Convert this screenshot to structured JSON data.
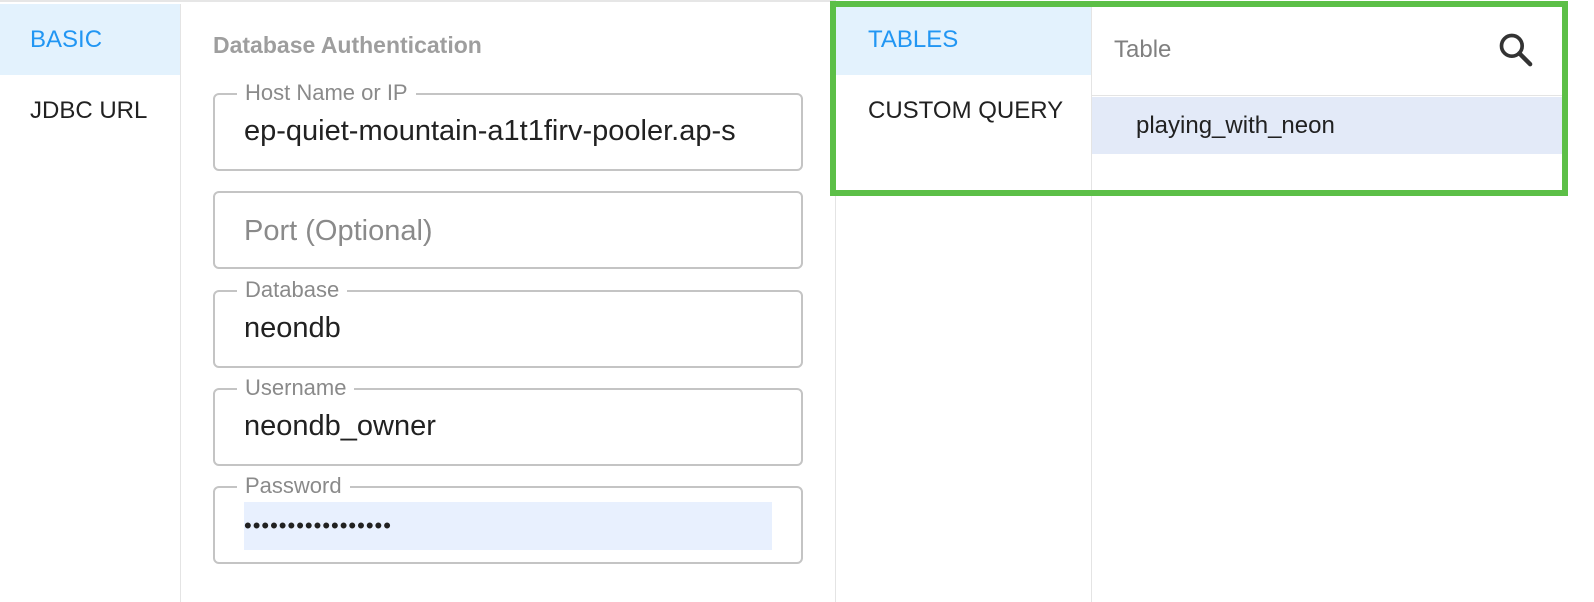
{
  "auth_nav": {
    "items": [
      {
        "label": "BASIC",
        "active": true
      },
      {
        "label": "JDBC URL",
        "active": false
      }
    ]
  },
  "form": {
    "title": "Database Authentication",
    "host": {
      "label": "Host Name or IP",
      "value": "ep-quiet-mountain-a1t1firv-pooler.ap-s"
    },
    "port": {
      "placeholder": "Port (Optional)",
      "value": ""
    },
    "database": {
      "label": "Database",
      "value": "neondb"
    },
    "username": {
      "label": "Username",
      "value": "neondb_owner"
    },
    "password": {
      "label": "Password",
      "value": "•••••••••••••••••"
    }
  },
  "mode_nav": {
    "items": [
      {
        "label": "TABLES",
        "active": true
      },
      {
        "label": "CUSTOM QUERY",
        "active": false
      }
    ]
  },
  "tables": {
    "search_placeholder": "Table",
    "search_icon": "search-icon",
    "items": [
      {
        "name": "playing_with_neon",
        "selected": true
      }
    ]
  },
  "colors": {
    "accent": "#2196f3",
    "active_bg": "#e3f2fd",
    "selected_row_bg": "#e3eaf8",
    "highlight_border": "#5cbf47",
    "field_border": "#c4c4c4",
    "autofill_bg": "#e8f0fe"
  }
}
